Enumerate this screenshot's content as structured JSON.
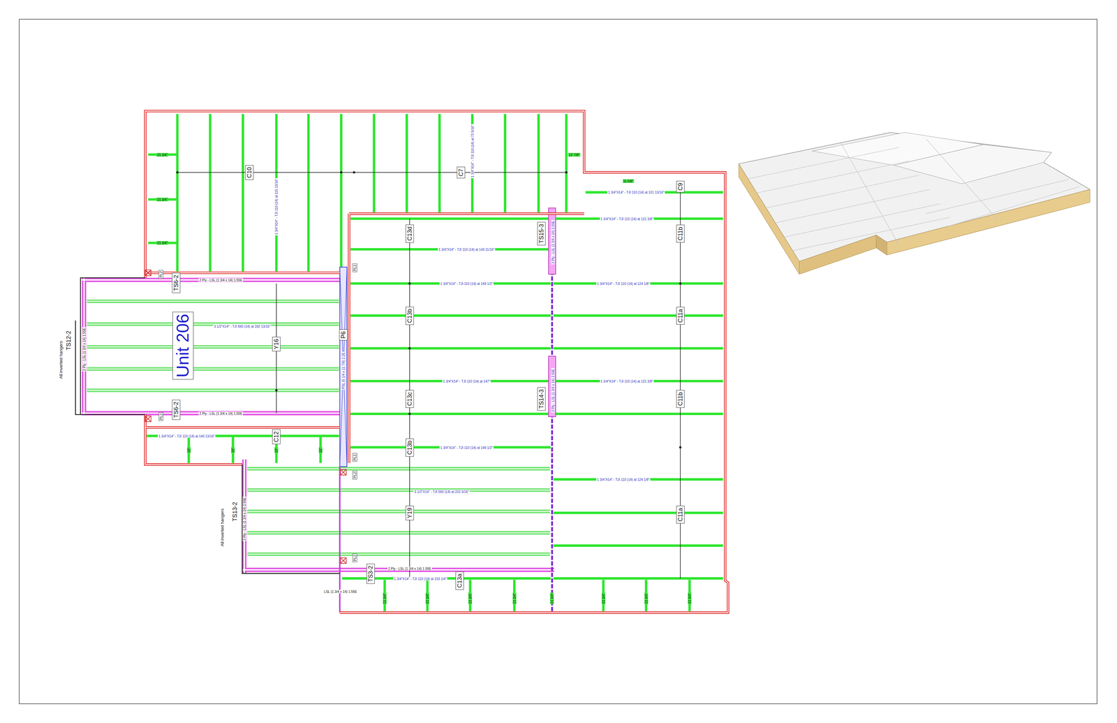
{
  "diagram": {
    "nodes": [
      {
        "text": [
          "Unit 206"
        ]
      },
      {
        "text": [
          "C10"
        ]
      },
      {
        "text": [
          "C7"
        ]
      },
      {
        "text": [
          "C9"
        ]
      },
      {
        "text": [
          "C13d"
        ]
      },
      {
        "text": [
          "TS15-3"
        ]
      },
      {
        "text": [
          "C11b"
        ]
      },
      {
        "text": [
          "TS6-2"
        ]
      },
      {
        "text": [
          "C13b"
        ]
      },
      {
        "text": [
          "C11a"
        ]
      },
      {
        "text": [
          "P6"
        ]
      },
      {
        "text": [
          "Y16"
        ]
      },
      {
        "text": [
          "C13c"
        ]
      },
      {
        "text": [
          "TS14-3"
        ]
      },
      {
        "text": [
          "C11b"
        ]
      },
      {
        "text": [
          "TS6-2"
        ]
      },
      {
        "text": [
          "C12"
        ]
      },
      {
        "text": [
          "C13b"
        ]
      },
      {
        "text": [
          "Y19"
        ]
      },
      {
        "text": [
          "C11a"
        ]
      },
      {
        "text": [
          "TS3-2"
        ]
      },
      {
        "text": [
          "C13a"
        ]
      }
    ],
    "labels": [
      "1 3/4\"X14\" - TJI 110 (14) at 115 13/16\"",
      "1 3/4\"X14\" - TJI 110 (14) at 73 5/16\"",
      "21 3/4\"",
      "21 3/4\"",
      "21 3/4\"",
      "12' 7/8\"",
      "11 5/8\"",
      "1 3/4\"X14\" - TJI 110 (14) at 101 13/16\"",
      "1 3/4\"X14\" - TJI 110 (14) at 121 3/8\"",
      "1 3/4\"X14\" - TJI 110 (14) at 143 11/16\"",
      "1 3/4\"X14\" - TJI 110 (14) at 149 1/2\"",
      "1 3/4\"X14\" - TJI 110 (14) at 124 1/8\"",
      "2 Ply - LSL (1 3/4 x 14) 1.55E",
      "3 Ply - LSL (1 3/4 x 14) 1.55E",
      "PL2",
      "PL1",
      "3 1/2\"X14\" - TJI 560 (14) at 182 13/16\"",
      "TS12-2",
      "2 Ply - LSL (1 3/4 x 14) 1.55E",
      "All inverted hangers",
      "PSL (5 1/4 x 11 7/8) 2.2E",
      "1 3/4\"X14\" - TJI 110 (14) at 147\"",
      "1 3/4\"X14\" - TJI 110 (14) at 121 3/8\"",
      "3 Ply - LSL (1 3/4 x 14) 1.55E",
      "2 Ply - LSL (1 3/4 x 14) 1.55E",
      "PL2",
      "1 3/4\"X14\" - TJI 110 (14) at 140 13/16\"",
      "19\"",
      "19\"",
      "19\"",
      "19\"",
      "1 3/4\"X14\" - TJI 110 (14) at 149 1/2\"",
      "PL1",
      "PL2",
      "1 3/4\"X14\" - TJI 110 (14) at 124 1/8\"",
      "3 1/2\"X14\" - TJI 560 (14) at 223 3/16\"",
      "TS13-2",
      "2 Ply - LSL (1 3/4 x 14) 1.55E",
      "All inverted hangers",
      "PL2",
      "2 Ply - LSL (1 3/4 x 14) 1.55E",
      "LSL (1 3/4 x 14) 1.55E",
      "1 3/4\"X14\" - TJI 110 (14) at 153 1/4\"",
      "21 3/4\"",
      "21 3/4\"",
      "21 3/4\"",
      "21 3/4\"",
      "21 3/4\"",
      "21 3/4\"",
      "21 3/4\"",
      "21 3/4\""
    ]
  }
}
